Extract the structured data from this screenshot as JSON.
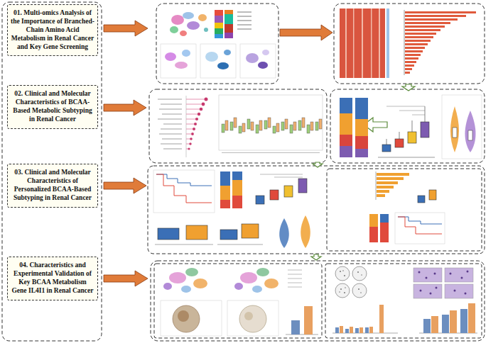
{
  "diagram": {
    "nodes": [
      {
        "text": [
          "01. Multi-omics Analysis of the Importance of Branched-Chain Amino Acid Metabolism in Renal Cancer and Key Gene Screening"
        ]
      },
      {
        "text": [
          "02. Clinical and Molecular Characteristics of BCAA-Based Metabolic Subtyping in Renal Cancer"
        ]
      },
      {
        "text": [
          "03. Clinical and Molecular Characteristics of Personalized BCAA-Based Subtyping in Renal Cancer"
        ]
      },
      {
        "text": [
          "04. Characteristics and Experimental Validation of Key BCAA Metabolism Gene IL4I1 in Renal Cancer"
        ]
      }
    ]
  }
}
